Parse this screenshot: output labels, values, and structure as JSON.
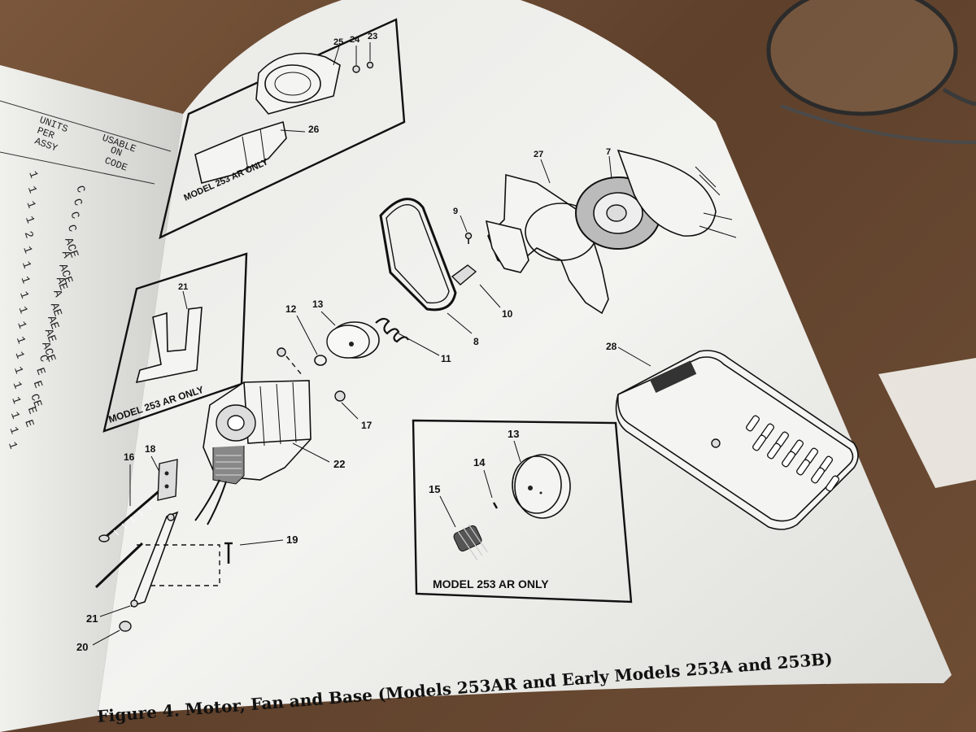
{
  "left_page": {
    "headers": {
      "units_per_assy": [
        "UNITS",
        "PER",
        "ASSY"
      ],
      "usable_on_code": [
        "USABLE",
        "ON",
        "CODE"
      ]
    },
    "units_column": [
      "1",
      "1",
      "1",
      "1",
      "2",
      "1",
      "1",
      "1",
      "1",
      "1",
      "1",
      "1",
      "1",
      "1",
      "1",
      "1",
      "1",
      "1",
      "1"
    ],
    "code_column": [
      "C",
      "C",
      "C",
      "C",
      "ACE",
      "A",
      "ACE",
      "AE",
      "A",
      "AE",
      "AE",
      "AE",
      "ACE",
      "C",
      "E",
      "E",
      "CE",
      "E",
      "E"
    ]
  },
  "figure": {
    "caption": "Figure 4.  Motor,  Fan and Base (Models 253AR and Early Models 253A and 253B)",
    "inset_top": {
      "label": "MODEL 253 AR ONLY",
      "callouts": [
        "25",
        "24",
        "23",
        "26"
      ]
    },
    "inset_left": {
      "label": "MODEL 253 AR ONLY",
      "callouts": [
        "21"
      ]
    },
    "inset_bottom": {
      "label": "MODEL 253 AR ONLY",
      "callouts": [
        "13",
        "14",
        "15"
      ]
    },
    "callouts": [
      "27",
      "7",
      "9",
      "10",
      "8",
      "11",
      "12",
      "13",
      "17",
      "22",
      "16",
      "18",
      "19",
      "21",
      "20",
      "28"
    ]
  }
}
